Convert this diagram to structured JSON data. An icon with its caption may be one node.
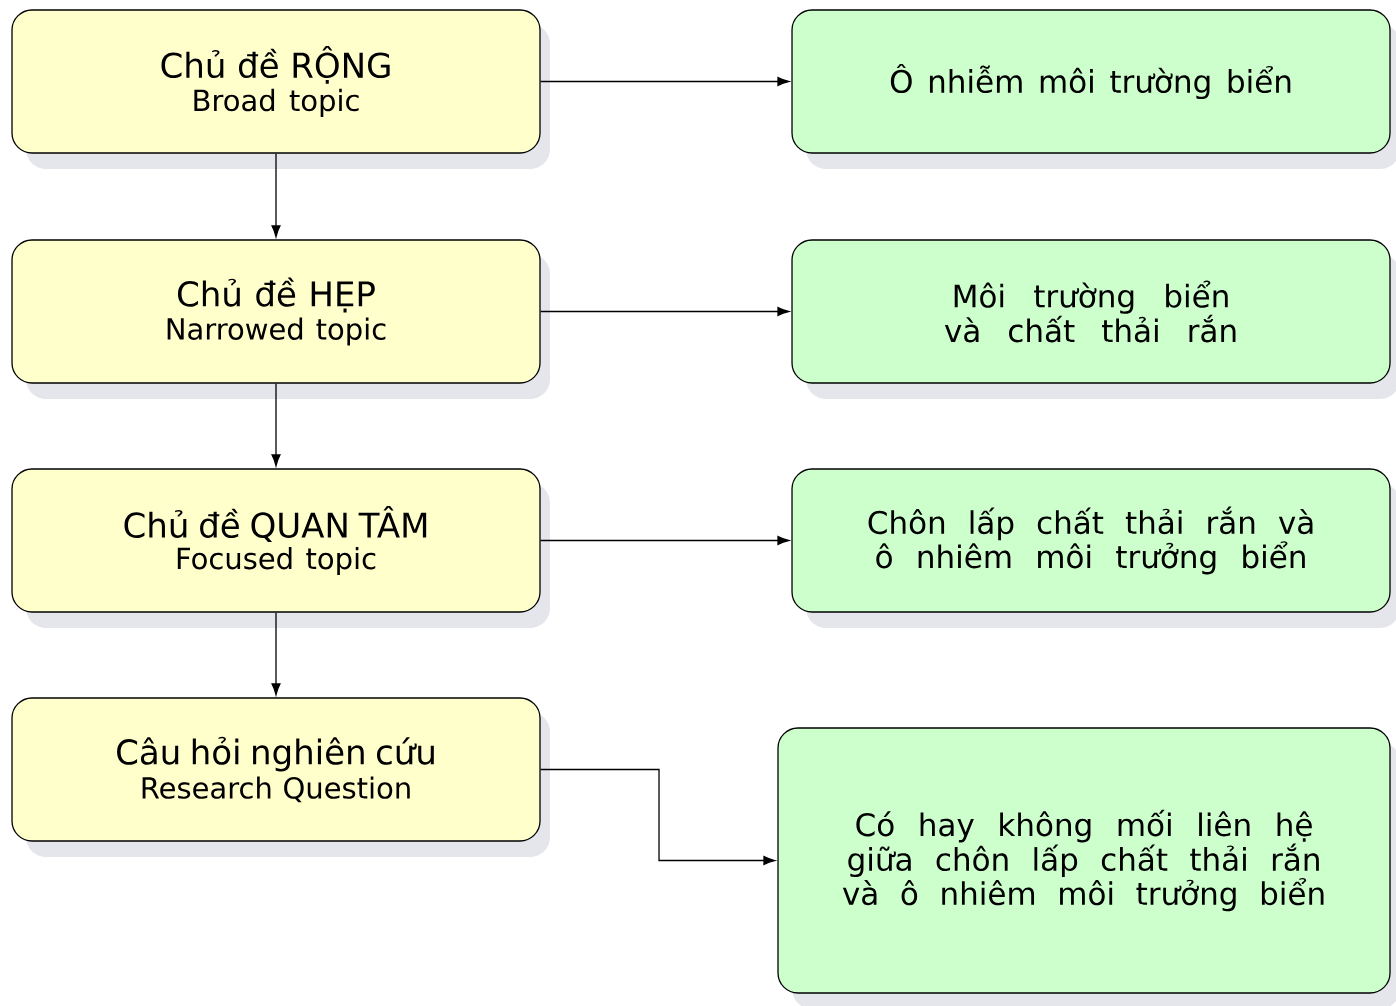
{
  "diagram": {
    "nodes": [
      {
        "text": [
          "Chủ đề RỘNG",
          "Broad topic"
        ]
      },
      {
        "text": [
          "Ô nhiễm môi trường biển"
        ]
      },
      {
        "text": [
          "Chủ đề HẸP",
          "Narrowed topic"
        ]
      },
      {
        "text": [
          "Môi trường biển và chất thải rắn"
        ]
      },
      {
        "text": [
          "Chủ đề QUAN TÂM",
          "Focused topic"
        ]
      },
      {
        "text": [
          "Chôn lấp chất thải rắn và ô nhiêm môi trưởng biển"
        ]
      },
      {
        "text": [
          "Câu hỏi nghiên cứu",
          "Research Question"
        ]
      },
      {
        "text": [
          "Có hay không mối liên hệ giữa chôn lấp chất thải rắn và ô nhiêm môi trưởng biển"
        ]
      }
    ],
    "edges": [
      {
        "from": 0,
        "to": 1,
        "arrow": "to"
      },
      {
        "from": 0,
        "to": 2,
        "arrow": "to"
      },
      {
        "from": 2,
        "to": 3,
        "arrow": "to"
      },
      {
        "from": 2,
        "to": 4,
        "arrow": "to"
      },
      {
        "from": 4,
        "to": 5,
        "arrow": "to"
      },
      {
        "from": 4,
        "to": 6,
        "arrow": "to"
      },
      {
        "from": 6,
        "to": 7,
        "arrow": "to"
      }
    ]
  }
}
